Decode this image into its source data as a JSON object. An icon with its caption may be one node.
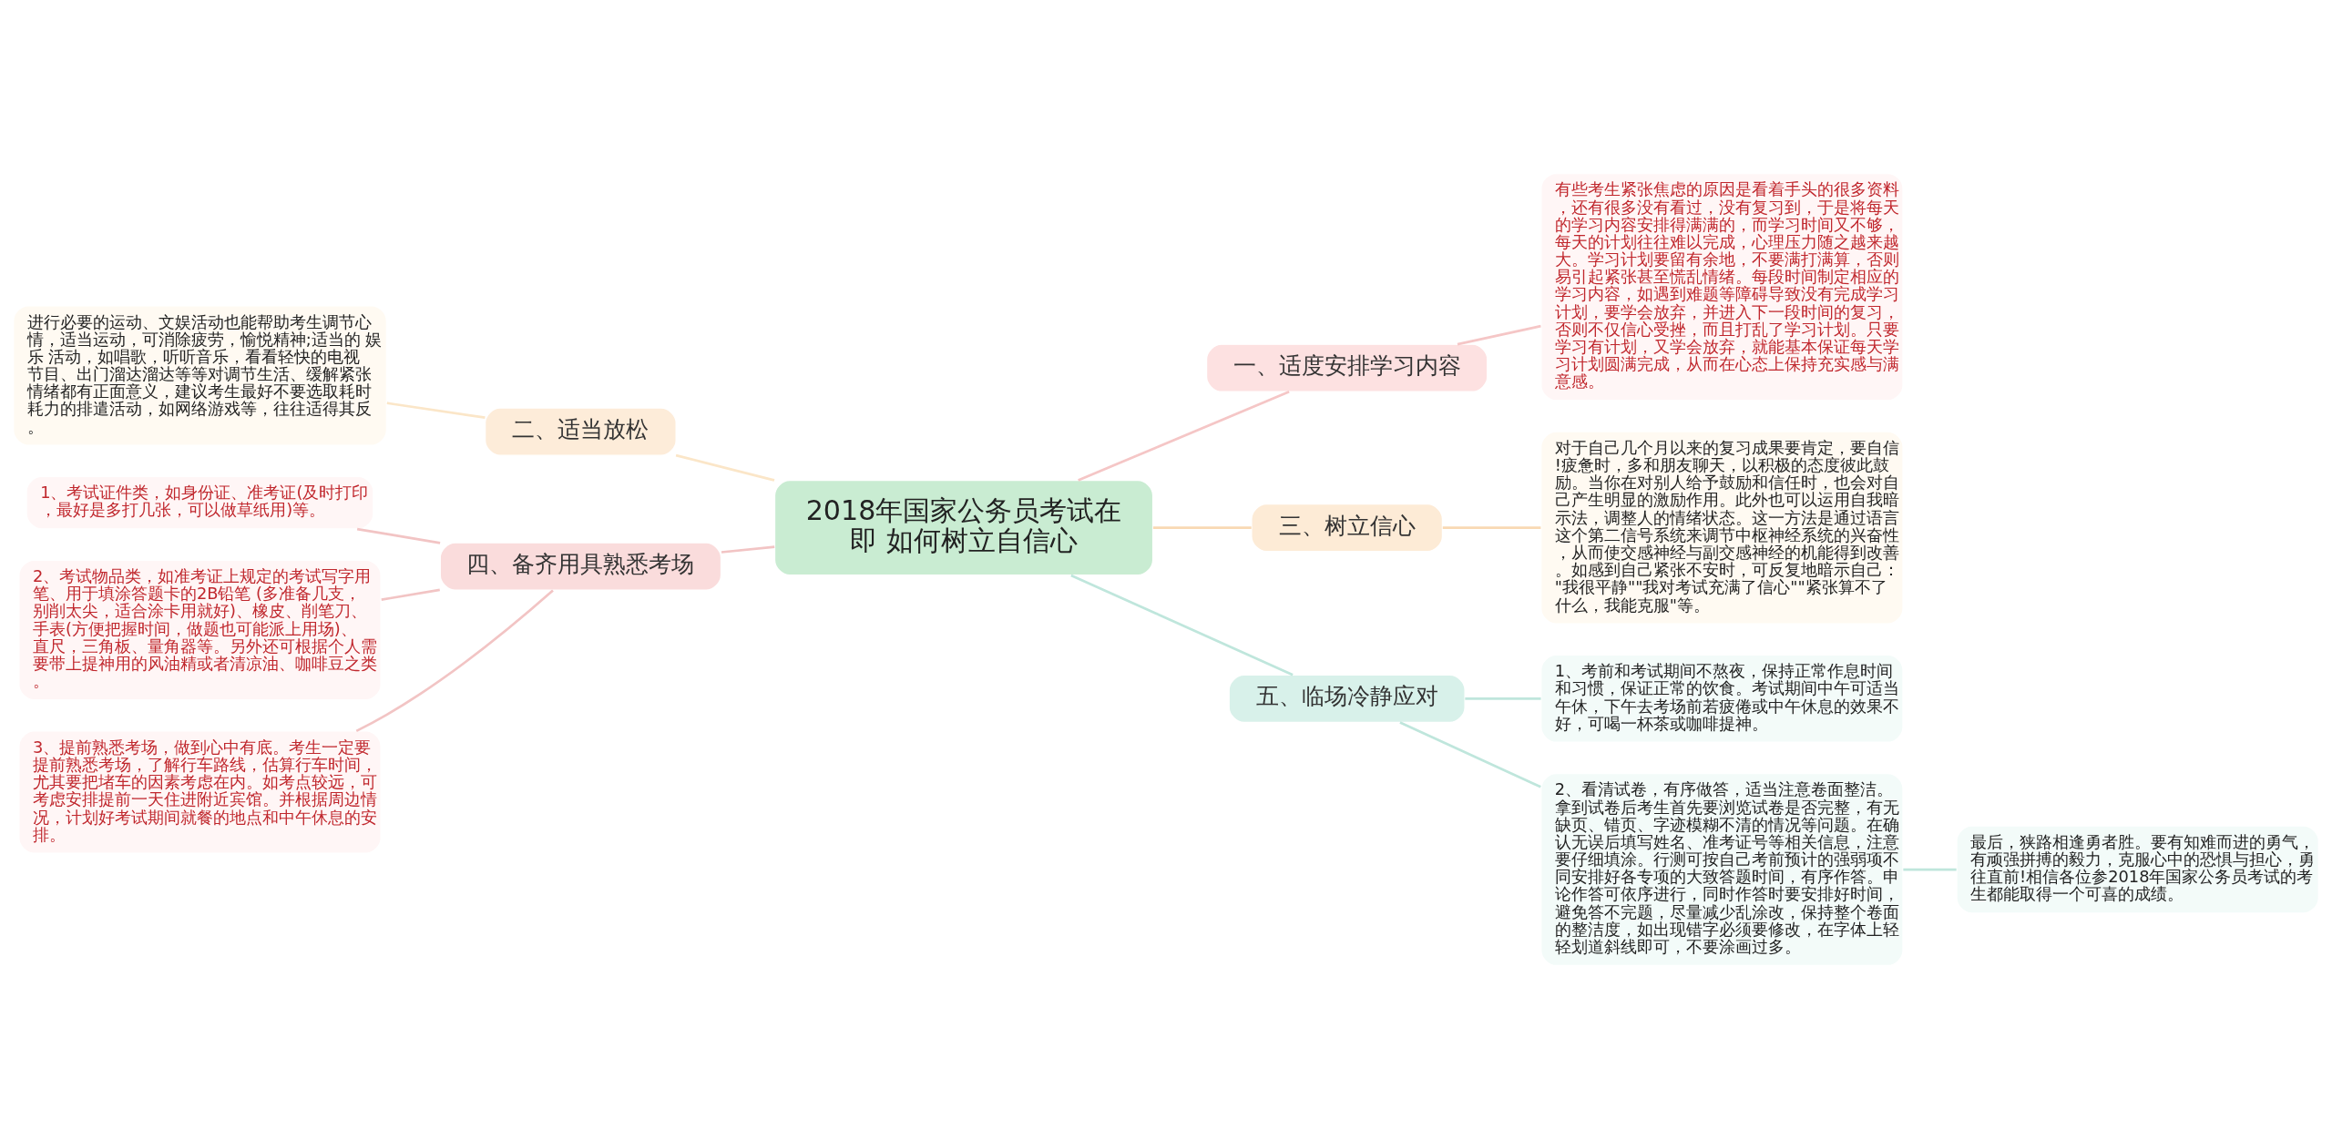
{
  "diagram": {
    "nodes": [
      {
        "text": [
          "2018年国家公务员考试在即 如何树立自信心"
        ]
      },
      {
        "text": [
          "一、适度安排学习内容"
        ]
      },
      {
        "text": [
          "有些考生紧张焦虑的原因是看着手头的很多资料，还有很多没有看过，没有复习到，于是将每天的学习内容安排得满满的，而学习时间又不够，每天的计划往往难以完成，心理压力随之越来越大。学习计划要留有余地，不要满打满算，否则易引起紧张甚至慌乱情绪。每段时间制定相应的学习内容，如遇到难题等障碍导致没有完成学习计划，要学会放弃，并进入下一段时间的复习，否则不仅信心受挫，而且打乱了学习计划。只要学习有计划，又学会放弃，就能基本保证每天学习计划圆满完成，从而在心态上保持充实感与满意感。"
        ]
      },
      {
        "text": [
          "二、适当放松"
        ]
      },
      {
        "text": [
          "进行必要的运动、文娱活动也能帮助考生调节心情，适当运动，可消除疲劳，愉悦精神;适当的 娱乐 活动，如唱歌，听听音乐，看看轻快的电视节目、出门溜达溜达等等对调节生活、缓解紧张情绪都有正面意义，建议考生最好不要选取耗时耗力的排遣活动，如网络游戏等，往往适得其反。"
        ]
      },
      {
        "text": [
          "三、树立信心"
        ]
      },
      {
        "text": [
          "对于自己几个月以来的复习成果要肯定，要自信!疲惫时，多和朋友聊天，以积极的态度彼此鼓励。当你在对别人给予鼓励和信任时，也会对自己产生明显的激励作用。此外也可以运用自我暗示法，调整人的情绪状态。这一方法是通过语言这个第二信号系统来调节中枢神经系统的兴奋性，从而使交感神经与副交感神经的机能得到改善。如感到自己紧张不安时，可反复地暗示自己：\"我很平静\"\"我对考试充满了信心\"\"紧张算不了什么，我能克服\"等。"
        ]
      },
      {
        "text": [
          "四、备齐用具熟悉考场"
        ]
      },
      {
        "text": [
          "1、考试证件类，如身份证、准考证(及时打印，最好是多打几张，可以做草纸用)等。"
        ]
      },
      {
        "text": [
          "2、考试物品类，如准考证上规定的考试写字用笔、用于填涂答题卡的2B铅笔 (多准备几支，别削太尖，适合涂卡用就好)、橡皮、削笔刀、手表(方便把握时间，做题也可能派上用场)、直尺，三角板、量角器等。另外还可根据个人需要带上提神用的风油精或者清凉油、咖啡豆之类。"
        ]
      },
      {
        "text": [
          "3、提前熟悉考场，做到心中有底。考生一定要提前熟悉考场，了解行车路线，估算行车时间，尤其要把堵车的因素考虑在内。如考点较远，可考虑安排提前一天住进附近宾馆。并根据周边情况，计划好考试期间就餐的地点和中午休息的安排。"
        ]
      },
      {
        "text": [
          "五、临场冷静应对"
        ]
      },
      {
        "text": [
          "1、考前和考试期间不熬夜，保持正常作息时间和习惯，保证正常的饮食。考试期间中午可适当午休，下午去考场前若疲倦或中午休息的效果不好，可喝一杯茶或咖啡提神。"
        ]
      },
      {
        "text": [
          "2、看清试卷，有序做答，适当注意卷面整洁。拿到试卷后考生首先要浏览试卷是否完整，有无缺页、错页、字迹模糊不清的情况等问题。在确认无误后填写姓名、准考证号等相关信息，注意要仔细填涂。行测可按自己考前预计的强弱项不同安排好各专项的大致答题时间，有序作答。申论作答可依序进行，同时作答时要安排好时间，避免答不完题，尽量减少乱涂改，保持整个卷面的整洁度，如出现错字必须要修改，在字体上轻轻划道斜线即可，不要涂画过多。"
        ]
      },
      {
        "text": [
          "最后，狭路相逢勇者胜。要有知难而进的勇气，有顽强拼搏的毅力，克服心中的恐惧与担心，勇往直前!相信各位参2018年国家公务员考试的考生都能取得一个可喜的成绩。"
        ]
      }
    ],
    "edges": [
      {
        "from": 0,
        "to": 1,
        "arrow": "none",
        "color": "#f5c6c6"
      },
      {
        "from": 1,
        "to": 2,
        "arrow": "none",
        "color": "#f5c6c6"
      },
      {
        "from": 0,
        "to": 3,
        "arrow": "none",
        "color": "#fbe6c8"
      },
      {
        "from": 3,
        "to": 4,
        "arrow": "none",
        "color": "#fbe6c8"
      },
      {
        "from": 0,
        "to": 5,
        "arrow": "none",
        "color": "#f9d9b3"
      },
      {
        "from": 5,
        "to": 6,
        "arrow": "none",
        "color": "#f9d9b3"
      },
      {
        "from": 0,
        "to": 7,
        "arrow": "none",
        "color": "#f2c4c4"
      },
      {
        "from": 7,
        "to": 8,
        "arrow": "none",
        "color": "#f2c4c4"
      },
      {
        "from": 7,
        "to": 9,
        "arrow": "none",
        "color": "#f2c4c4"
      },
      {
        "from": 7,
        "to": 10,
        "arrow": "none",
        "color": "#f2c4c4"
      },
      {
        "from": 0,
        "to": 11,
        "arrow": "none",
        "color": "#bfe6dc"
      },
      {
        "from": 11,
        "to": 12,
        "arrow": "none",
        "color": "#bfe6dc"
      },
      {
        "from": 11,
        "to": 13,
        "arrow": "none",
        "color": "#bfe6dc"
      },
      {
        "from": 13,
        "to": 14,
        "arrow": "none",
        "color": "#bfe6dc"
      }
    ]
  }
}
